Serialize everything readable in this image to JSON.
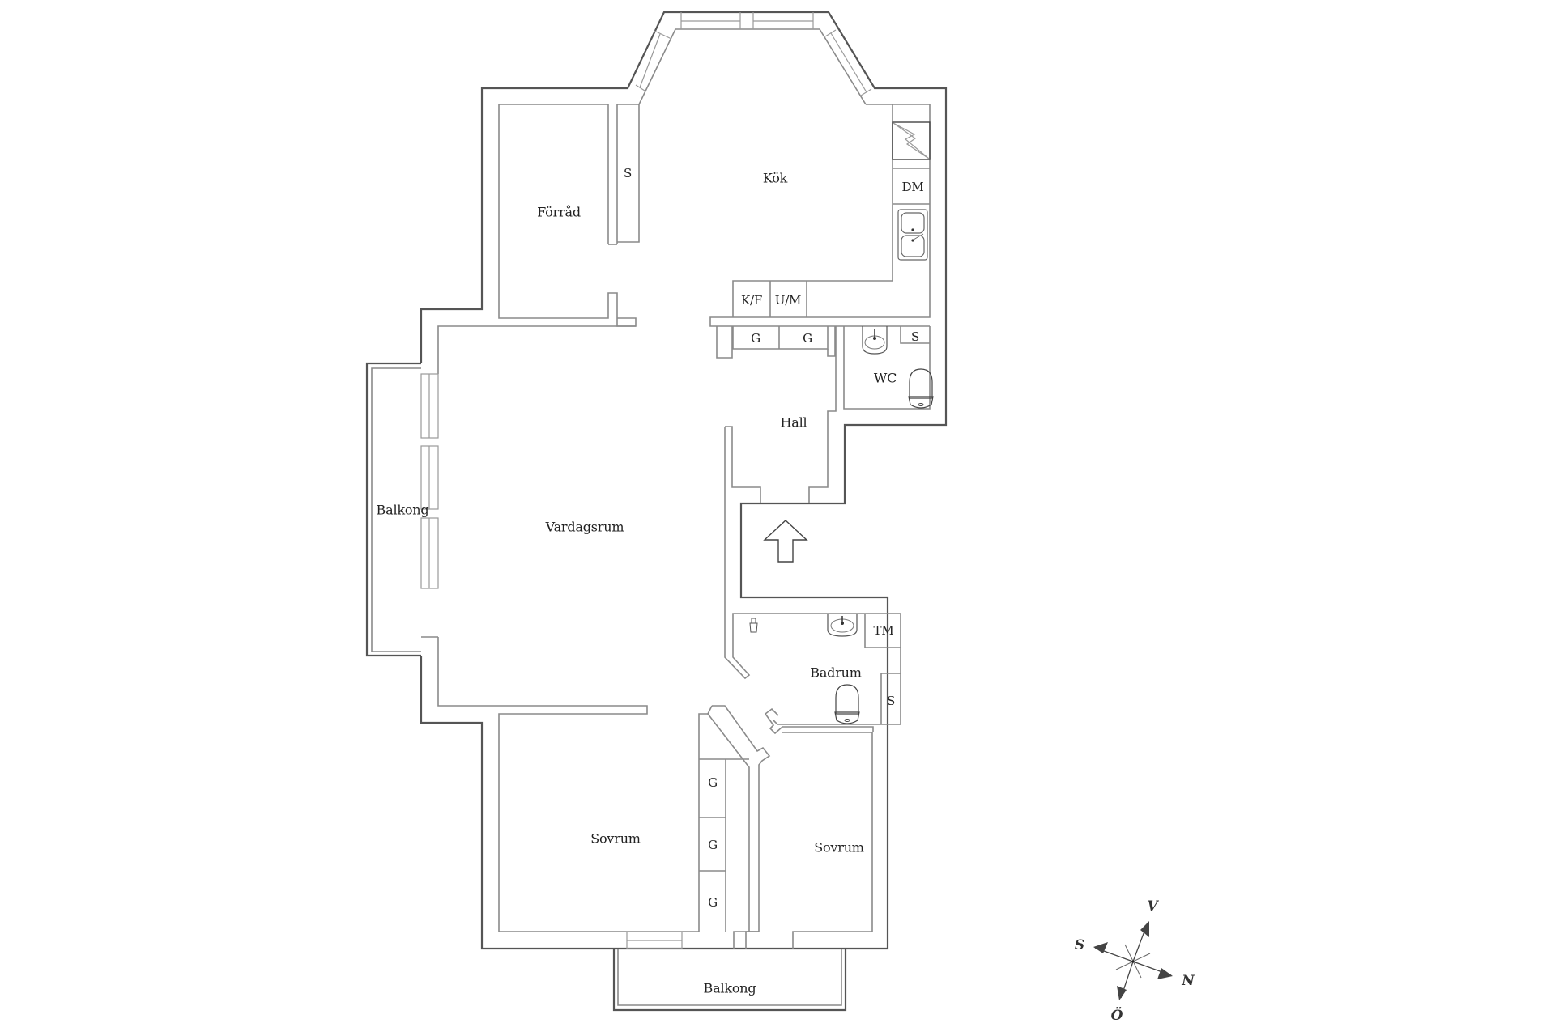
{
  "plan": {
    "rooms": {
      "storage": "Förråd",
      "kitchen": "Kök",
      "living_room": "Vardagsrum",
      "hall": "Hall",
      "wc": "WC",
      "bathroom": "Badrum",
      "bedroom_1": "Sovrum",
      "bedroom_2": "Sovrum",
      "balcony_west": "Balkong",
      "balcony_south": "Balkong"
    },
    "fixtures": {
      "storage_cabinet": "S",
      "dishwasher": "DM",
      "fridge_freezer": "K/F",
      "oven_microwave": "U/M",
      "wardrobe_hall_1": "G",
      "wardrobe_hall_2": "G",
      "wc_cabinet": "S",
      "washing_machine": "TM",
      "bath_cabinet": "S",
      "wardrobe_bed_1": "G",
      "wardrobe_bed_2": "G",
      "wardrobe_bed_3": "G"
    },
    "compass": {
      "v": "V",
      "s": "S",
      "n": "N",
      "o": "Ö"
    },
    "colors": {
      "wall_outer": "#555555",
      "wall_inner": "#8a8a8a",
      "text": "#222222",
      "background": "#ffffff"
    }
  }
}
